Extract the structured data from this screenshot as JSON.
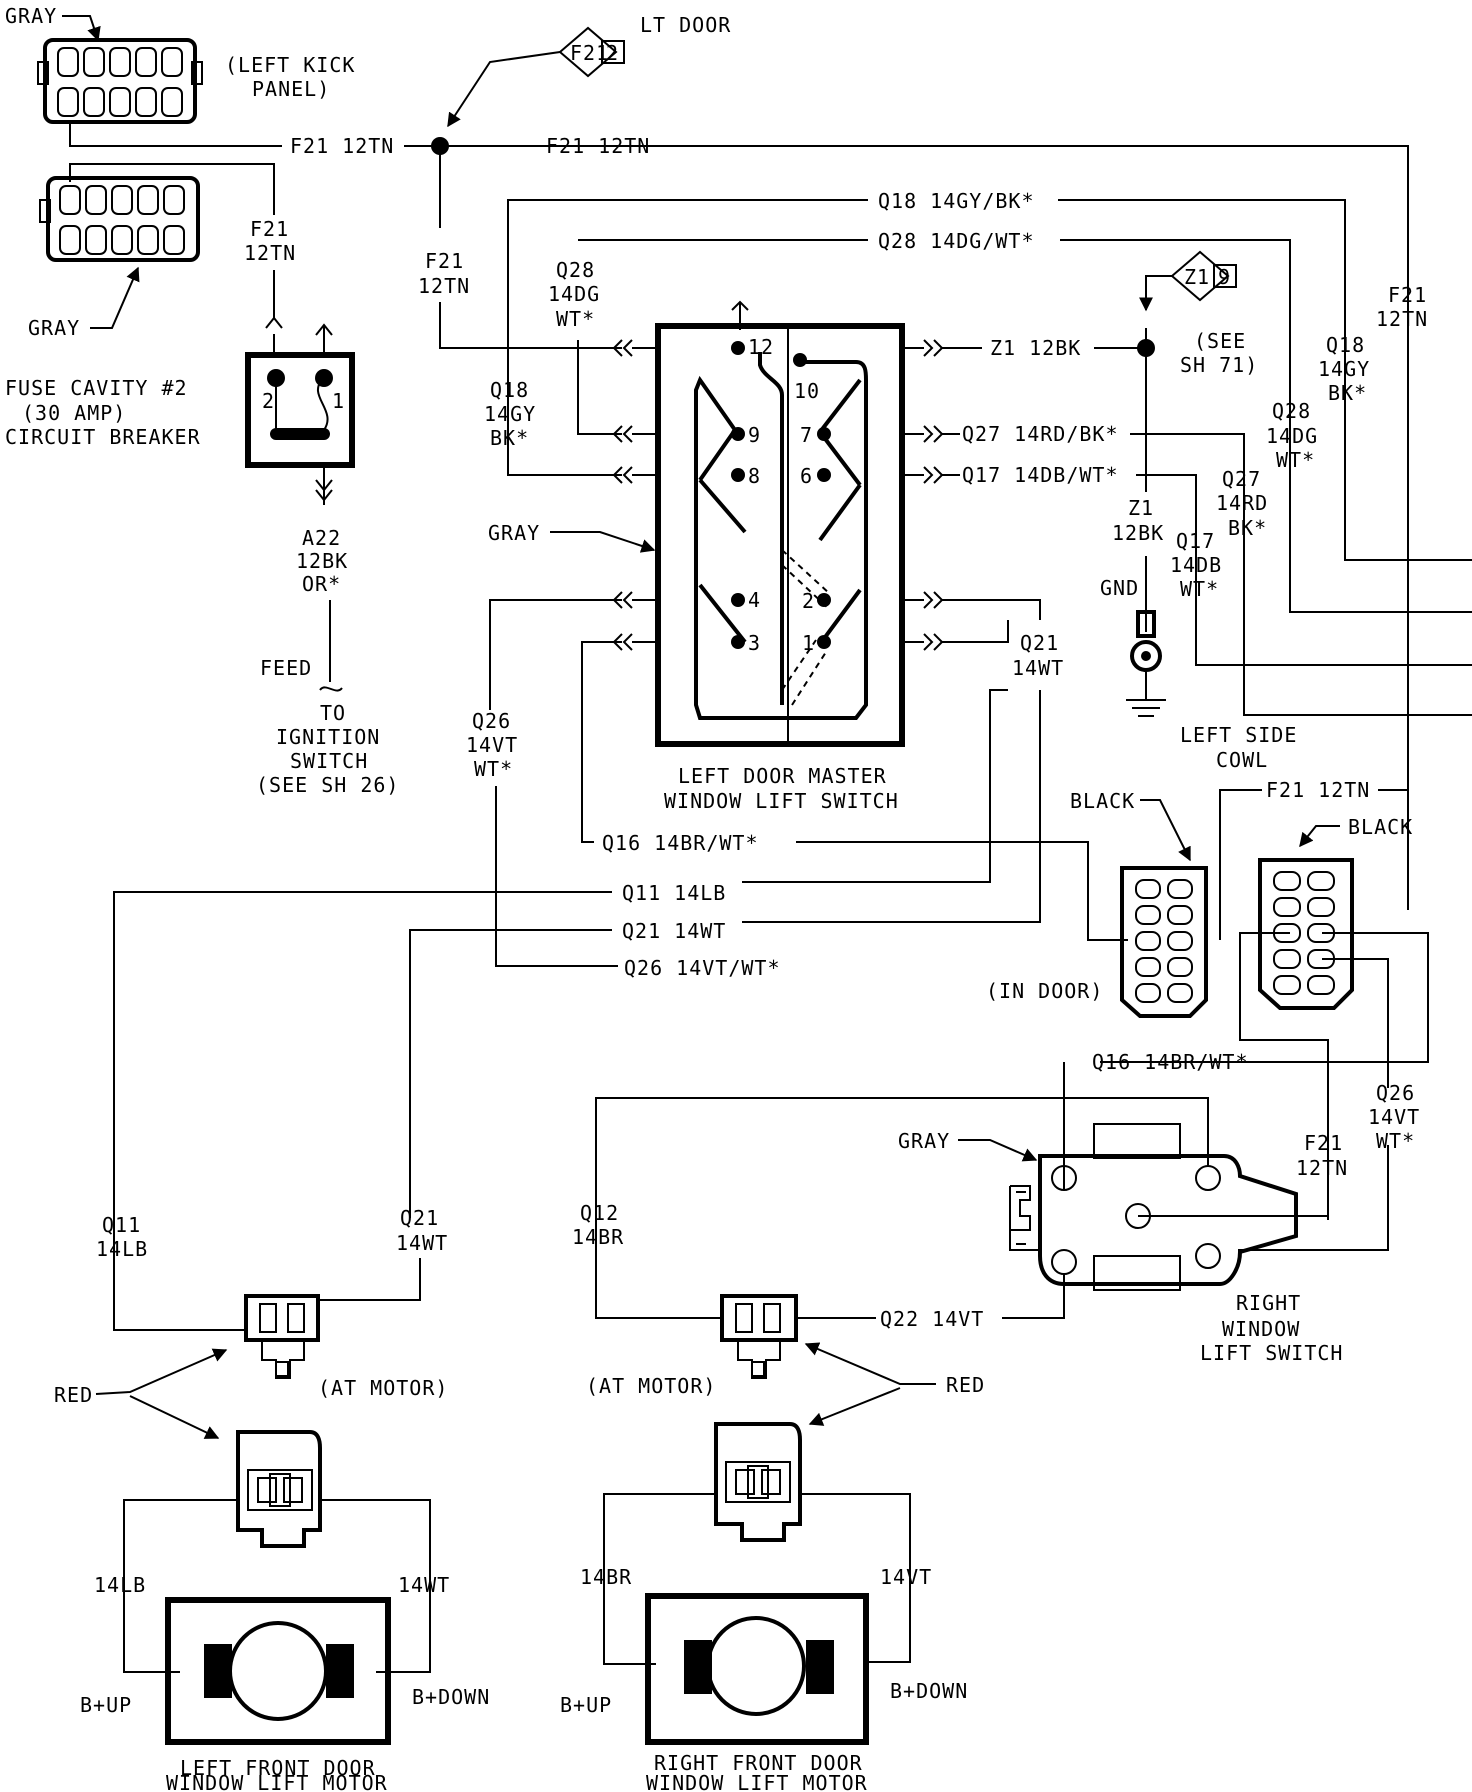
{
  "labels": {
    "gray_top": "GRAY",
    "left_kick_panel_1": "(LEFT KICK",
    "left_kick_panel_2": "PANEL)",
    "f21_12tn_left": "F21 12TN",
    "f21_12tn_mid": "F21 12TN",
    "lt_door": "LT DOOR",
    "f21_diamond": "F21",
    "f21_diamond_pin": "2",
    "f21_vert_a1": "F21",
    "f21_vert_a2": "12TN",
    "gray_mid": "GRAY",
    "fuse_1": "FUSE CAVITY #2",
    "fuse_2": "(30 AMP)",
    "fuse_3": "CIRCUIT BREAKER",
    "cb_pin2": "2",
    "cb_pin1": "1",
    "a22_1": "A22",
    "a22_2": "12BK",
    "a22_3": "OR*",
    "feed": "FEED",
    "to_ign_1": "TO",
    "to_ign_2": "IGNITION",
    "to_ign_3": "SWITCH",
    "to_ign_4": "(SEE SH 26)",
    "f21_vert_b1": "F21",
    "f21_vert_b2": "12TN",
    "q18_top": "Q18 14GY/BK*",
    "q28_top": "Q28 14DG/WT*",
    "q28_l1": "Q28",
    "q28_l2": "14DG",
    "q28_l3": "WT*",
    "q18_l1": "Q18",
    "q18_l2": "14GY",
    "q18_l3": "BK*",
    "z1_diamond": "Z1",
    "z1_diamond_pin": "9",
    "z1_12bk": "Z1 12BK",
    "see_sh71_1": "(SEE",
    "see_sh71_2": "SH 71)",
    "f21_right_1": "F21",
    "f21_right_2": "12TN",
    "q18_r1": "Q18",
    "q18_r2": "14GY",
    "q18_r3": "BK*",
    "q28_r1": "Q28",
    "q28_r2": "14DG",
    "q28_r3": "WT*",
    "q27_top": "Q27 14RD/BK*",
    "q17_top": "Q17 14DB/WT*",
    "pin12": "12",
    "pin10": "10",
    "pin9": "9",
    "pin7": "7",
    "pin8": "8",
    "pin6": "6",
    "pin4": "4",
    "pin2": "2",
    "pin3": "3",
    "pin1": "1",
    "gray_master": "GRAY",
    "z1_v1": "Z1",
    "z1_v2": "12BK",
    "q27_r1": "Q27",
    "q27_r2": "14RD",
    "q27_r3": "BK*",
    "q17_r1": "Q17",
    "q17_r2": "14DB",
    "q17_r3": "WT*",
    "gnd": "GND",
    "left_side_cowl_1": "LEFT SIDE",
    "left_side_cowl_2": "COWL",
    "q21_r1": "Q21",
    "q21_r2": "14WT",
    "q26_l1": "Q26",
    "q26_l2": "14VT",
    "q26_l3": "WT*",
    "master_1": "LEFT DOOR MASTER",
    "master_2": "WINDOW LIFT SWITCH",
    "black_1": "BLACK",
    "f21_12tn_bottom": "F21 12TN",
    "black_2": "BLACK",
    "q16_bus": "Q16 14BR/WT*",
    "q11_bus": "Q11 14LB",
    "q21_bus": "Q21 14WT",
    "q26_bus": "Q26 14VT/WT*",
    "in_door": "(IN DOOR)",
    "q16_sw": "Q16 14BR/WT*",
    "gray_rsw": "GRAY",
    "q26_sw1": "Q26",
    "q26_sw2": "14VT",
    "q26_sw3": "WT*",
    "f21_sw1": "F21",
    "f21_sw2": "12TN",
    "q12_1": "Q12",
    "q12_2": "14BR",
    "q11_m1": "Q11",
    "q11_m2": "14LB",
    "q21_m1": "Q21",
    "q21_m2": "14WT",
    "q22": "Q22 14VT",
    "rsw_1": "RIGHT",
    "rsw_2": "WINDOW",
    "rsw_3": "LIFT SWITCH",
    "red_left": "RED",
    "at_motor_left": "(AT MOTOR)",
    "at_motor_right": "(AT MOTOR)",
    "red_right": "RED",
    "w14lb": "14LB",
    "w14wt": "14WT",
    "w14br": "14BR",
    "w14vt": "14VT",
    "bup_left": "B+UP",
    "bdown_left": "B+DOWN",
    "bup_right": "B+UP",
    "bdown_right": "B+DOWN",
    "lmotor_1": "LEFT FRONT DOOR",
    "lmotor_2": "WINDOW LIFT MOTOR",
    "rmotor_1": "RIGHT FRONT DOOR",
    "rmotor_2": "WINDOW LIFT MOTOR"
  }
}
